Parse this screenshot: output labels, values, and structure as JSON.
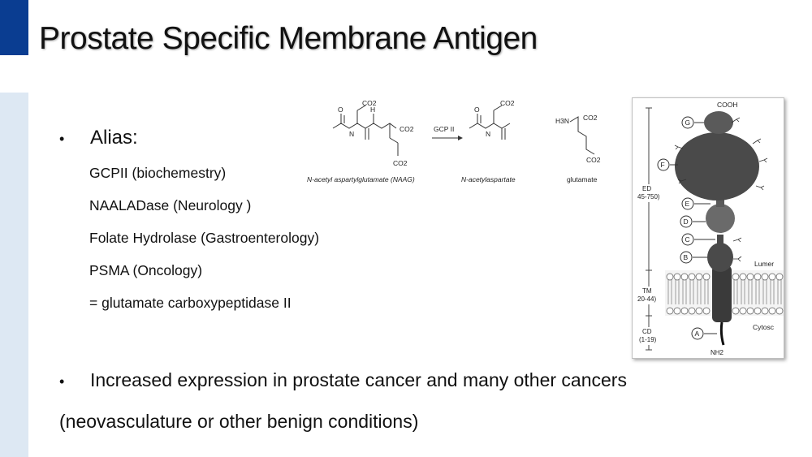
{
  "slide": {
    "title": "Prostate Specific Membrane Antigen",
    "accent_color": "#0a3d91",
    "strip_color": "#dde8f3"
  },
  "alias": {
    "bullet": "•",
    "label": "Alias:",
    "items": [
      "GCPII (biochemestry)",
      "NAALADase (Neurology )",
      "Folate Hydrolase (Gastroenterology)",
      "PSMA (Oncology)",
      "= glutamate carboxypeptidase II"
    ]
  },
  "expression": {
    "bullet": "•",
    "text": "Increased expression in prostate cancer and many other cancers",
    "continuation": "(neovasculature or other benign conditions)"
  },
  "reaction": {
    "enzyme": "GCP II",
    "substrate": "N-acetyl aspartylglutamate (NAAG)",
    "product_1": "N-acetylaspartate",
    "product_2": "glutamate",
    "group_co2": "CO2",
    "group_nh": "H",
    "group_n": "N",
    "group_o": "O",
    "group_amine": "H3N"
  },
  "protein": {
    "top_label": "COOH",
    "bottom_label": "NH2",
    "domains": [
      "A",
      "B",
      "C",
      "D",
      "E",
      "F",
      "G"
    ],
    "region_ed": "ED",
    "region_ed_range": "45-750)",
    "region_tm": "TM",
    "region_tm_range": "20-44)",
    "region_cd": "CD",
    "region_cd_range": "(1-19)",
    "lumen_label": "Lumer",
    "cytosol_label": "Cytosc"
  }
}
